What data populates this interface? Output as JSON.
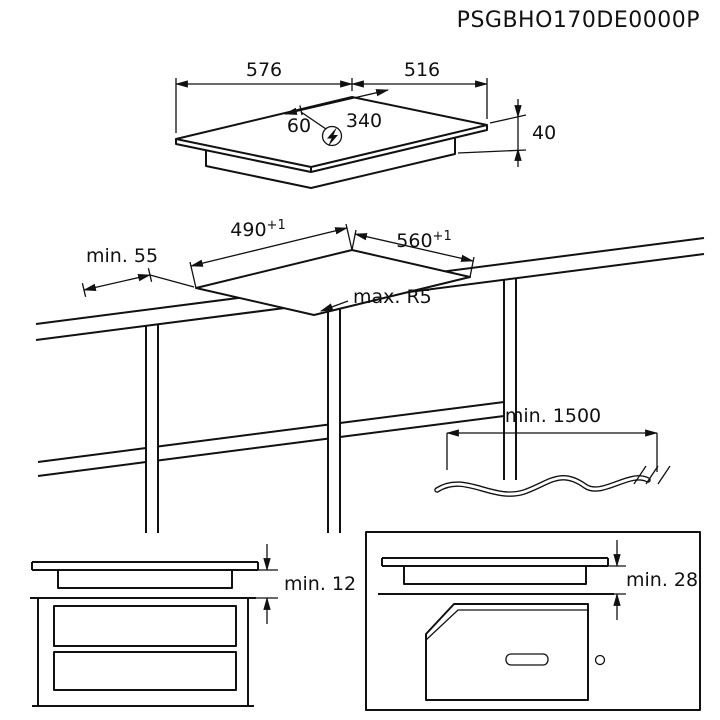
{
  "title": "PSGBHO170DE0000P",
  "hob": {
    "width": "576",
    "depth": "516",
    "height": "40",
    "mains_offset_left": "60",
    "mains_offset_right": "340"
  },
  "cutout": {
    "depth": "490",
    "depth_tolerance": "+1",
    "width": "560",
    "width_tolerance": "+1",
    "rear_clearance": "min. 55",
    "corner_radius": "max. R5"
  },
  "cable": {
    "length": "min. 1500"
  },
  "clearances": {
    "above_drawer": "min. 12",
    "above_oven": "min. 28"
  },
  "colors": {
    "line": "#111111",
    "background": "#ffffff"
  }
}
